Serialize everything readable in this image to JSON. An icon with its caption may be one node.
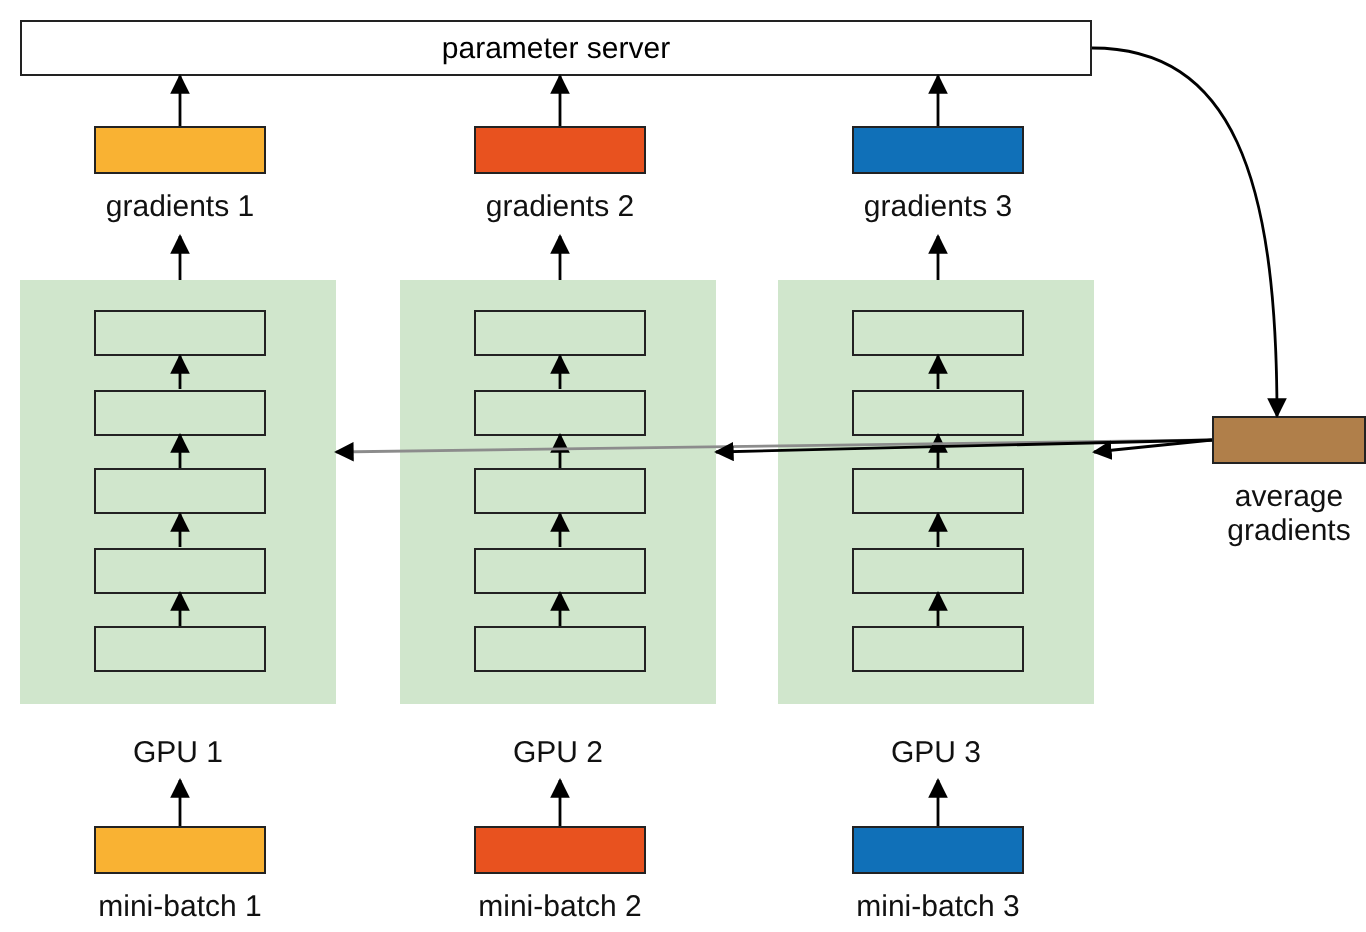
{
  "diagram": {
    "nodes": [
      {
        "text": [
          "parameter server"
        ]
      },
      {
        "text": [
          "gradients 1"
        ]
      },
      {
        "text": [
          "gradients 2"
        ]
      },
      {
        "text": [
          "gradients 3"
        ]
      },
      {
        "text": [
          "GPU 1"
        ]
      },
      {
        "text": [],
        "shape": "box",
        "in": 4
      },
      {
        "text": [],
        "shape": "box",
        "in": 4
      },
      {
        "text": [],
        "shape": "box",
        "in": 4
      },
      {
        "text": [],
        "shape": "box",
        "in": 4
      },
      {
        "text": [],
        "shape": "box",
        "in": 4
      },
      {
        "text": [
          "GPU 2"
        ]
      },
      {
        "text": [],
        "shape": "box",
        "in": 10
      },
      {
        "text": [],
        "shape": "box",
        "in": 10
      },
      {
        "text": [],
        "shape": "box",
        "in": 10
      },
      {
        "text": [],
        "shape": "box",
        "in": 10
      },
      {
        "text": [],
        "shape": "box",
        "in": 10
      },
      {
        "text": [
          "GPU 3"
        ]
      },
      {
        "text": [],
        "shape": "box",
        "in": 16
      },
      {
        "text": [],
        "shape": "box",
        "in": 16
      },
      {
        "text": [],
        "shape": "box",
        "in": 16
      },
      {
        "text": [],
        "shape": "box",
        "in": 16
      },
      {
        "text": [],
        "shape": "box",
        "in": 16
      },
      {
        "text": [
          "average gradients"
        ]
      },
      {
        "text": [
          "mini-batch 1"
        ]
      },
      {
        "text": [
          "mini-batch 2"
        ]
      },
      {
        "text": [
          "mini-batch 3"
        ]
      }
    ],
    "edges": [
      {
        "from": 1,
        "to": 0,
        "arrow": "to"
      },
      {
        "from": 2,
        "to": 0,
        "arrow": "to"
      },
      {
        "from": 3,
        "to": 0,
        "arrow": "to"
      },
      {
        "from": 4,
        "to": 1,
        "arrow": "to"
      },
      {
        "from": 10,
        "to": 2,
        "arrow": "to"
      },
      {
        "from": 16,
        "to": 3,
        "arrow": "to"
      },
      {
        "from": 9,
        "to": 8,
        "arrow": "to"
      },
      {
        "from": 8,
        "to": 7,
        "arrow": "to"
      },
      {
        "from": 7,
        "to": 6,
        "arrow": "to"
      },
      {
        "from": 6,
        "to": 5,
        "arrow": "to"
      },
      {
        "from": 15,
        "to": 14,
        "arrow": "to"
      },
      {
        "from": 14,
        "to": 13,
        "arrow": "to"
      },
      {
        "from": 13,
        "to": 12,
        "arrow": "to"
      },
      {
        "from": 12,
        "to": 11,
        "arrow": "to"
      },
      {
        "from": 21,
        "to": 20,
        "arrow": "to"
      },
      {
        "from": 20,
        "to": 19,
        "arrow": "to"
      },
      {
        "from": 19,
        "to": 18,
        "arrow": "to"
      },
      {
        "from": 18,
        "to": 17,
        "arrow": "to"
      },
      {
        "from": 0,
        "to": 22,
        "arrow": "to"
      },
      {
        "from": 22,
        "to": 4,
        "arrow": "to",
        "color": "#8c8c8c"
      },
      {
        "from": 22,
        "to": 10,
        "arrow": "to"
      },
      {
        "from": 22,
        "to": 16,
        "arrow": "to"
      },
      {
        "from": 23,
        "to": 4,
        "arrow": "to"
      },
      {
        "from": 24,
        "to": 10,
        "arrow": "to"
      },
      {
        "from": 25,
        "to": 16,
        "arrow": "to"
      }
    ]
  }
}
